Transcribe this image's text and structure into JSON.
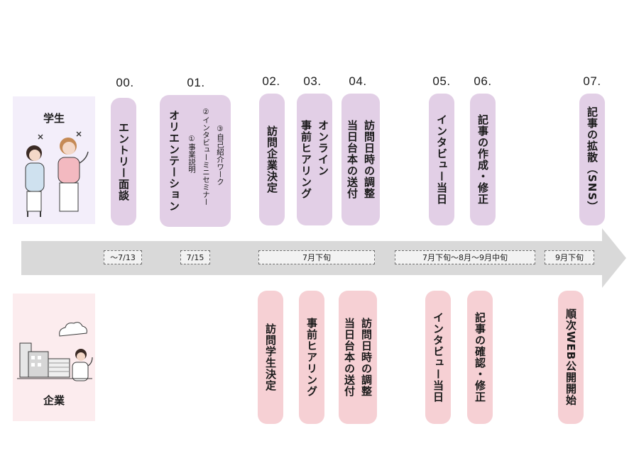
{
  "roles": {
    "student": "学生",
    "company": "企業"
  },
  "steps": [
    {
      "num": "00.",
      "student_text": "エントリー面談"
    },
    {
      "num": "01.",
      "student_text": "オリエンテーション",
      "sub_items": [
        "①事業説明",
        "②インタビューミニセミナー",
        "③自己紹介ワーク"
      ]
    },
    {
      "num": "02.",
      "student_text": "訪問企業決定"
    },
    {
      "num": "03.",
      "student_text": "オンライン\n事前ヒアリング"
    },
    {
      "num": "04.",
      "student_text": "訪問日時の調整\n当日台本の送付"
    },
    {
      "num": "05.",
      "student_text": "インタビュー当日"
    },
    {
      "num": "06.",
      "student_text": "記事の作成・修正"
    },
    {
      "num": "07.",
      "student_text": "記事の拡散（SNS）"
    }
  ],
  "timeline_dates": [
    "〜7/13",
    "7/15",
    "7月下旬",
    "7月下旬〜8月〜9月中旬",
    "9月下旬"
  ],
  "company_steps": [
    "訪問学生決定",
    "事前ヒアリング",
    "訪問日時の調整\n当日台本の送付",
    "インタビュー当日",
    "記事の確認・修正",
    "順次WEB公開開始"
  ],
  "colors": {
    "student_pill": "#e2cfe6",
    "company_pill": "#f6d0d4",
    "student_panel": "#f3eefa",
    "company_panel": "#fcecee",
    "arrow": "#d9d9d9"
  }
}
